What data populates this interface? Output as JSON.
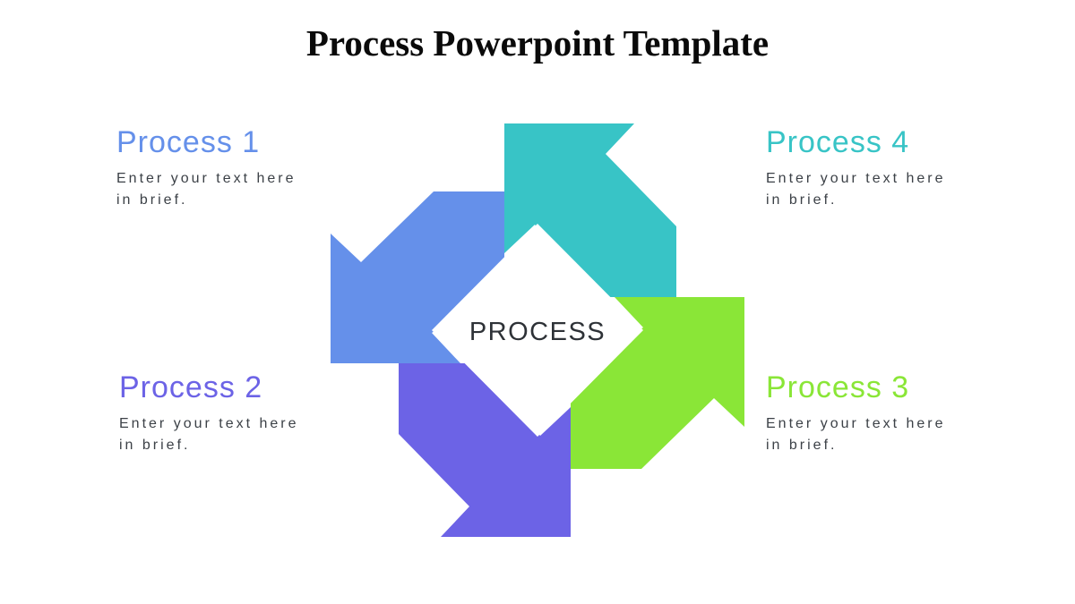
{
  "title": "Process Powerpoint Template",
  "diagram": {
    "center_label": "PROCESS",
    "center_fill": "#ffffff",
    "center_text_color": "#2e3237",
    "type": "cyclic-pinwheel-arrows",
    "arrow_directions": {
      "process1": "southwest",
      "process2": "southeast",
      "process3": "northeast",
      "process4": "northwest"
    }
  },
  "items": [
    {
      "label": "Process 1",
      "desc": [
        "Enter your text here",
        "in brief."
      ],
      "color": "#6590ea",
      "position": "top-left"
    },
    {
      "label": "Process 2",
      "desc": [
        "Enter your text here",
        "in brief."
      ],
      "color": "#6c63e6",
      "position": "bottom-left"
    },
    {
      "label": "Process 3",
      "desc": [
        "Enter your text here",
        "in brief."
      ],
      "color": "#8ae637",
      "position": "bottom-right"
    },
    {
      "label": "Process 4",
      "desc": [
        "Enter your text here",
        "in brief."
      ],
      "color": "#38c4c6",
      "position": "top-right"
    }
  ]
}
